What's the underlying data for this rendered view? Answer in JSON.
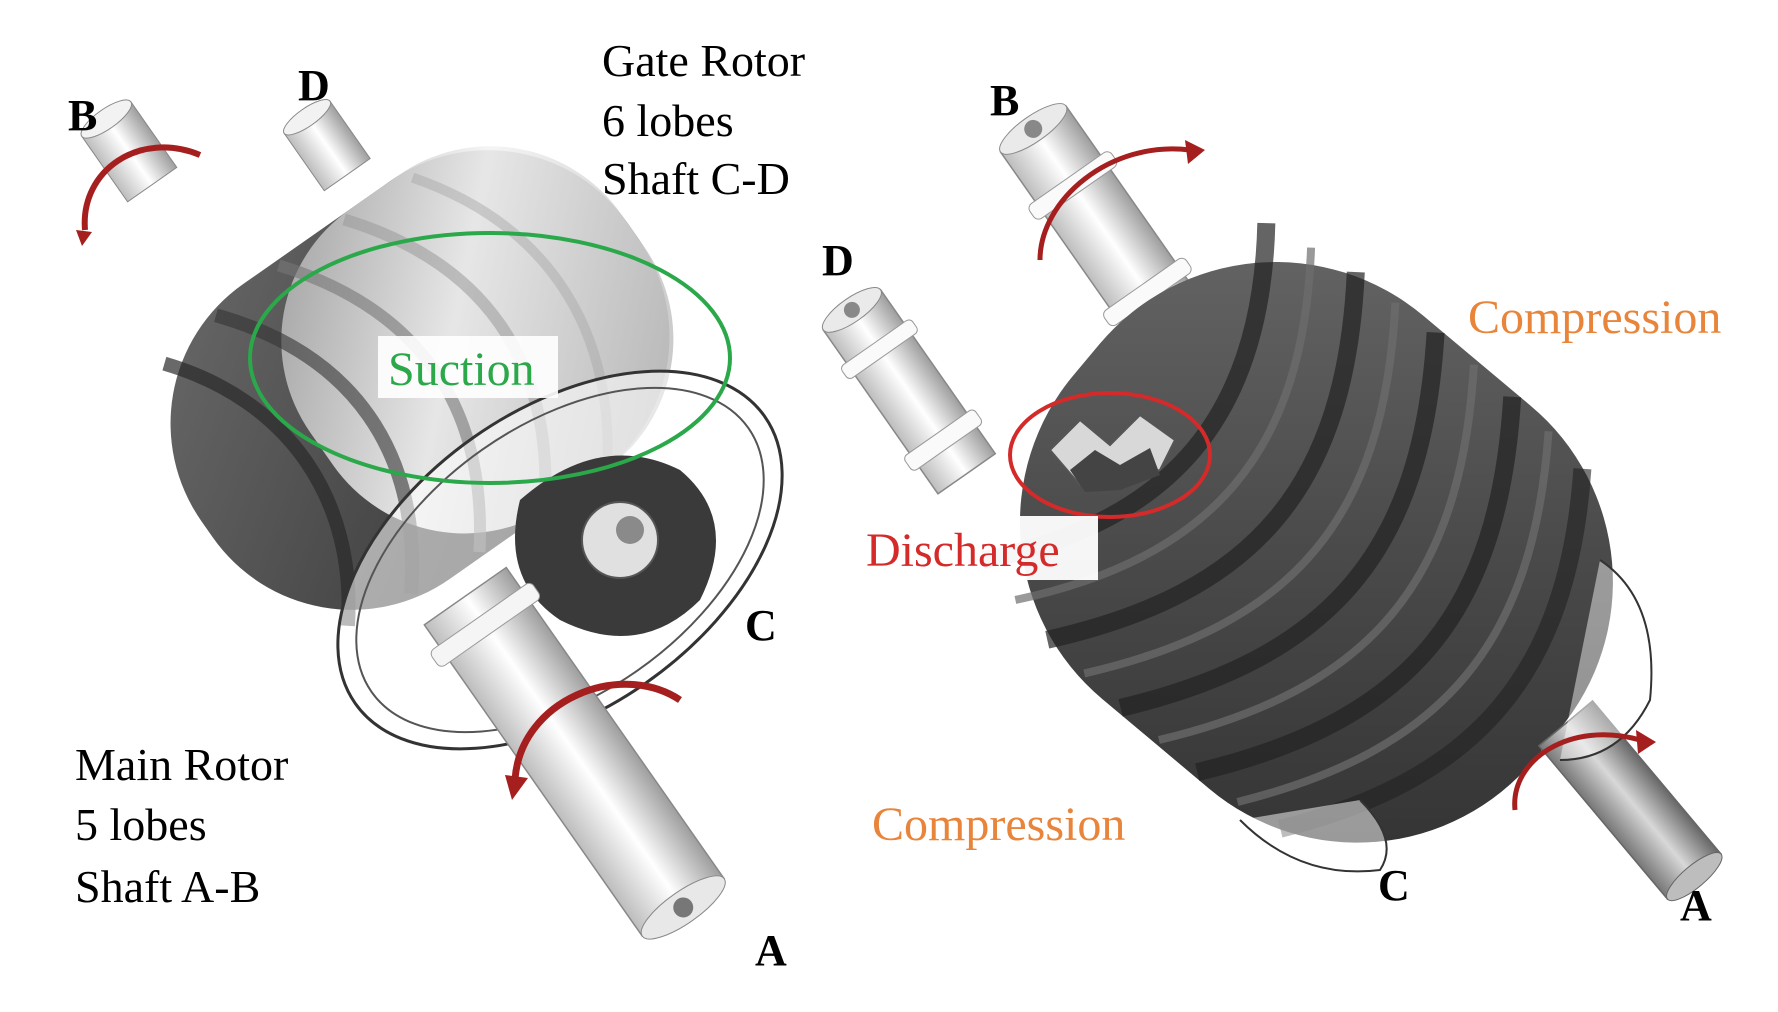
{
  "left_rotor": {
    "gate_rotor_lines": [
      "Gate Rotor",
      "6 lobes",
      "Shaft C-D"
    ],
    "main_rotor_lines": [
      "Main Rotor",
      "5 lobes",
      "Shaft A-B"
    ],
    "suction_label": "Suction",
    "letters": {
      "a": "A",
      "b": "B",
      "c": "C",
      "d": "D"
    }
  },
  "right_rotor": {
    "discharge_label": "Discharge",
    "compression_label_right": "Compression",
    "compression_label_bottom": "Compression",
    "letters": {
      "a": "A",
      "b": "B",
      "c": "C",
      "d": "D"
    }
  },
  "colors": {
    "suction": "#2aa84a",
    "discharge": "#d42a2a",
    "compression": "#e8853a",
    "rotation_arrow": "#a51f1f",
    "rotor_dark": "#505050",
    "rotor_light": "#e8e8e8"
  }
}
